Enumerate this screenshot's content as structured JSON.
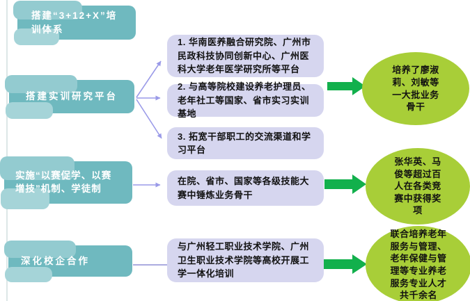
{
  "palette": {
    "pillar_fill": "#6FB9BF",
    "measure_fill": "#D6D6EF",
    "outcome_fill": "#A8CE38",
    "flow_arrow_green": "#12B04C",
    "connector_purple": "#9A9AE8"
  },
  "pillars": [
    {
      "label": "搭建“3+12+X”培训体系"
    },
    {
      "label": "搭建实训研究平台"
    },
    {
      "label": "实施“以赛促学、以赛增技”机制、学徒制"
    },
    {
      "label": "深化校企合作"
    }
  ],
  "measures": [
    {
      "label": "1. 华南医养融合研究院、广州市民政科技协同创新中心、广州医科大学老年医学研究所等平台"
    },
    {
      "label": "2. 与高等院校建设养老护理员、老年社工等国家、省市实习实训基地"
    },
    {
      "label": "3. 拓宽干部职工的交流渠道和学习平台"
    },
    {
      "label": "在院、省市、国家等各级技能大赛中锤炼业务骨干"
    },
    {
      "label": "与广州轻工职业技术学院、广州卫生职业技术学院等高校开展工学一体化培训"
    }
  ],
  "outcomes": [
    {
      "label": "培养了廖淑莉、刘敏等一大批业务骨干"
    },
    {
      "label": "张华英、马俊等超过百人在各类竞赛中获得奖项"
    },
    {
      "label": "联合培养老年服务与管理、老年保健与管理等专业养老服务专业人才共千余名"
    }
  ]
}
